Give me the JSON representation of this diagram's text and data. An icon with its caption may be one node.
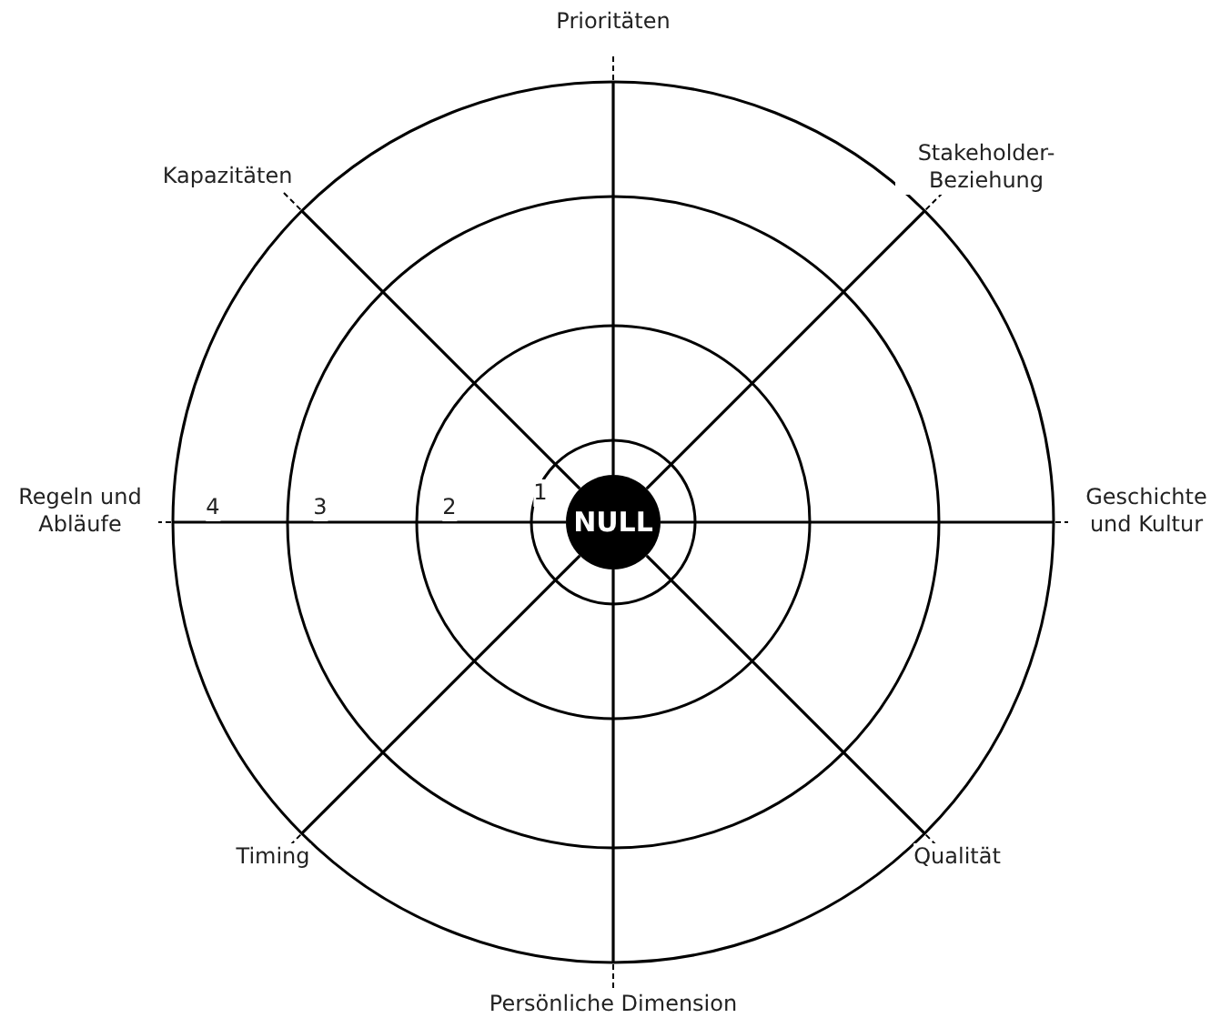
{
  "diagram": {
    "nodes": [
      {
        "text": [
          "NULL"
        ]
      }
    ],
    "labels": [
      "Prioritäten",
      "Kapazitäten",
      "Stakeholder-Beziehung",
      "Regeln und Abläufe",
      "4",
      "3",
      "2",
      "1",
      "Geschichte und Kultur",
      "Timing",
      "Qualität",
      "Persönliche Dimension"
    ]
  }
}
